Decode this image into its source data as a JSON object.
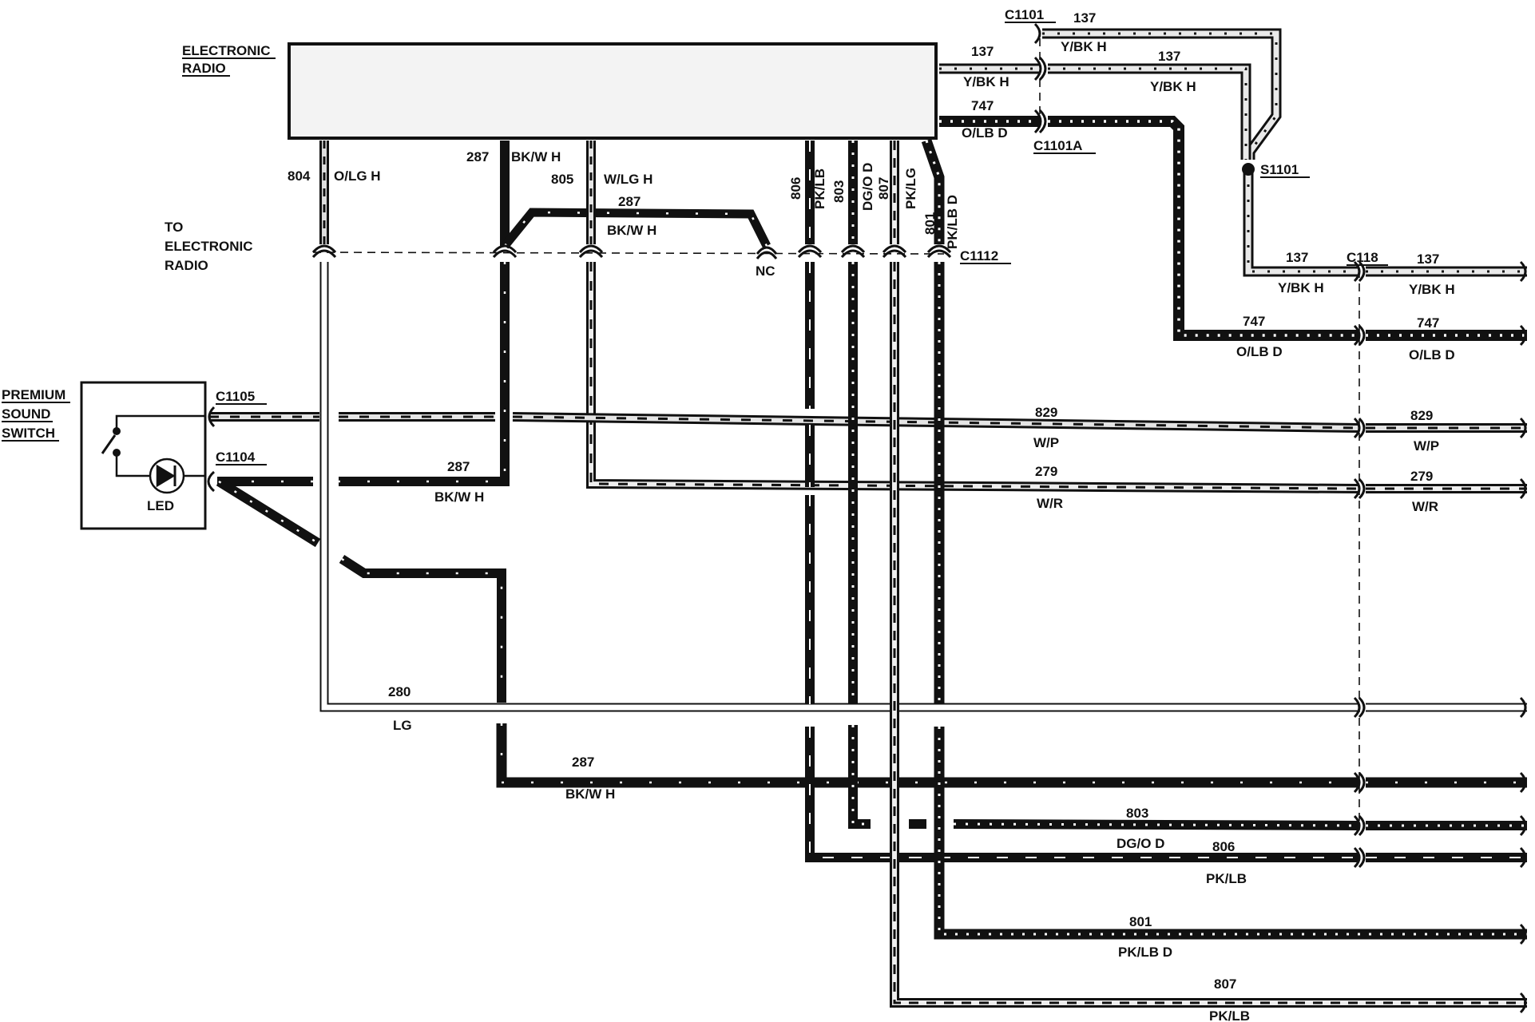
{
  "labels": {
    "electronic_radio_1": "ELECTRONIC",
    "electronic_radio_2": "RADIO",
    "to_1": "TO",
    "to_2": "ELECTRONIC",
    "to_3": "RADIO",
    "premium_1": "PREMIUM",
    "premium_2": "SOUND",
    "premium_3": "SWITCH",
    "led": "LED",
    "nc": "NC"
  },
  "connectors": {
    "c1101": "C1101",
    "c1101a": "C1101A",
    "s1101": "S1101",
    "c118": "C118",
    "c1112": "C1112",
    "c1105": "C1105",
    "c1104": "C1104"
  },
  "circuits": {
    "w137": "137",
    "w747": "747",
    "w804": "804",
    "w287": "287",
    "w805": "805",
    "w806": "806",
    "w803": "803",
    "w807": "807",
    "w801": "801",
    "w829": "829",
    "w279": "279",
    "w280": "280"
  },
  "colors": {
    "y_bk_h": "Y/BK H",
    "o_lb_d": "O/LB D",
    "o_lg_h": "O/LG H",
    "bk_w_h": "BK/W H",
    "w_lg_h": "W/LG H",
    "pk_lb": "PK/LB",
    "dg_o_d": "DG/O D",
    "pk_lg": "PK/LG",
    "pk_lb_d": "PK/LB D",
    "w_p": "W/P",
    "w_r": "W/R",
    "lg": "LG"
  },
  "style": {
    "ink": "#111111",
    "paper": "#ffffff"
  }
}
